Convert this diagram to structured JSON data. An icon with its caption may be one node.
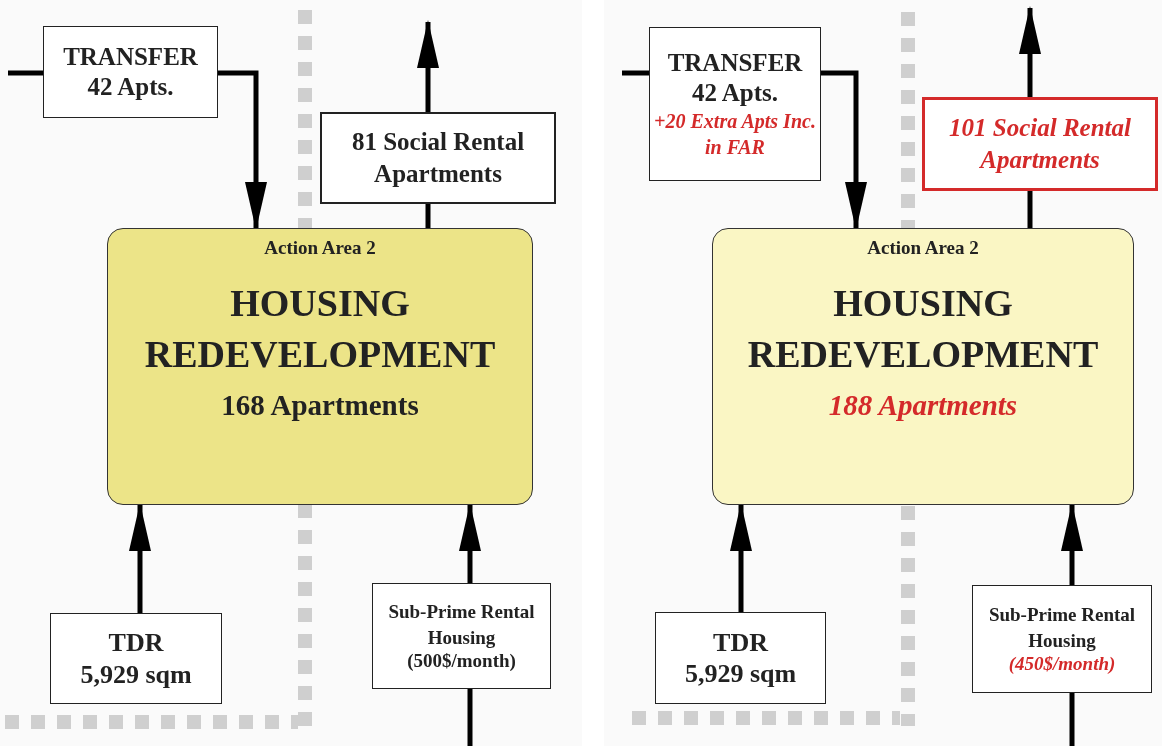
{
  "diagram": {
    "nodes": [
      {
        "text": [
          "TRANSFER",
          "42 Apts."
        ]
      },
      {
        "text": [
          "81 Social Rental Apartments"
        ]
      },
      {
        "text": [
          "Action Area 2",
          "HOUSING REDEVELOPMENT",
          "168 Apartments"
        ]
      },
      {
        "text": [
          "TDR",
          "5,929 sqm"
        ]
      },
      {
        "text": [
          "Sub-Prime Rental Housing",
          "(500$/month)"
        ]
      },
      {
        "text": [
          "TRANSFER",
          "42 Apts.",
          "+20 Extra Apts Inc. in FAR"
        ]
      },
      {
        "text": [
          "101 Social Rental Apartments"
        ]
      },
      {
        "text": [
          "Action Area 2",
          "HOUSING REDEVELOPMENT",
          "188 Apartments"
        ]
      },
      {
        "text": [
          "TDR",
          "5,929 sqm"
        ]
      },
      {
        "text": [
          "Sub-Prime Rental Housing",
          "(450$/month)"
        ]
      }
    ],
    "edges": [
      {
        "from": null,
        "to": 0,
        "arrow": "none"
      },
      {
        "from": 0,
        "to": 2,
        "arrow": "to"
      },
      {
        "from": 2,
        "to": 1,
        "arrow": "none"
      },
      {
        "from": 1,
        "to": null,
        "arrow": "to"
      },
      {
        "from": 3,
        "to": 2,
        "arrow": "to"
      },
      {
        "from": 4,
        "to": 2,
        "arrow": "to"
      },
      {
        "from": null,
        "to": 4,
        "arrow": "none"
      },
      {
        "from": null,
        "to": 5,
        "arrow": "none"
      },
      {
        "from": 5,
        "to": 7,
        "arrow": "to"
      },
      {
        "from": 7,
        "to": 6,
        "arrow": "none"
      },
      {
        "from": 6,
        "to": null,
        "arrow": "to"
      },
      {
        "from": 8,
        "to": 7,
        "arrow": "to"
      },
      {
        "from": 9,
        "to": 7,
        "arrow": "to"
      },
      {
        "from": null,
        "to": 9,
        "arrow": "none"
      }
    ]
  }
}
